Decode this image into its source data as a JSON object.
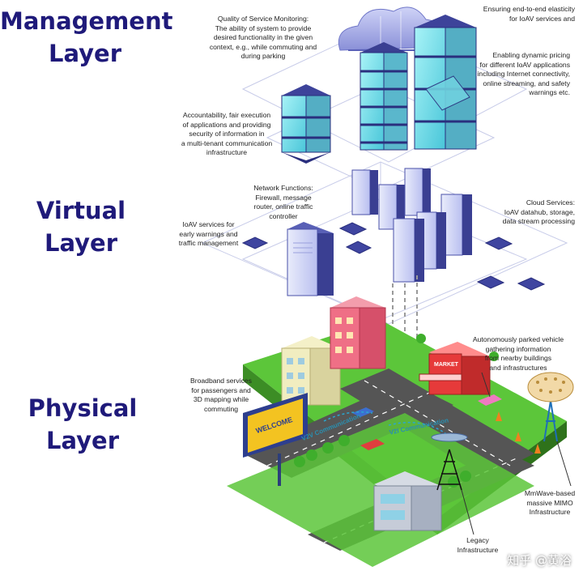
{
  "layers": [
    {
      "title_line1": "Management",
      "title_line2": "Layer"
    },
    {
      "title_line1": "Virtual",
      "title_line2": "Layer"
    },
    {
      "title_line1": "Physical",
      "title_line2": "Layer"
    }
  ],
  "annotations": {
    "qos": [
      "Quality of Service Monitoring:",
      "The ability of system to provide",
      "desired functionality in the given",
      "context, e.g., while commuting and",
      "during parking"
    ],
    "elasticity": [
      "Ensuring end-to-end elasticity",
      "for IoAV services and"
    ],
    "pricing": [
      "Enabling dynamic pricing",
      "for different IoAV applications",
      "including Internet connectivity,",
      "online streaming, and safety",
      "warnings etc."
    ],
    "accountability": [
      "Accountability, fair execution",
      "of applications and providing",
      "security of information in",
      "a multi-tenant communication",
      "infrastructure"
    ],
    "network_functions": [
      "Network Functions:",
      "Firewall, message",
      "router, online traffic",
      "controller"
    ],
    "cloud_services": [
      "Cloud Services:",
      "IoAV datahub, storage,",
      "data stream processing"
    ],
    "ioav_services": [
      "IoAV services for",
      "early warnings and",
      "traffic management"
    ],
    "autonomous": [
      "Autonomously parked vehicle",
      "gathering information",
      "from nearby buildings",
      "and infrastructures"
    ],
    "broadband": [
      "Broadband services",
      "for passengers and",
      "3D mapping while",
      "commuting"
    ],
    "mmwave": [
      "MmWave-based",
      "massive MIMO",
      "Infrastructure"
    ],
    "legacy": [
      "Legacy",
      "Infrastructure"
    ]
  },
  "scene_labels": {
    "v2v": "V2V Communication",
    "v2i": "V2I Communication",
    "billboard": "WELCOME",
    "market": "MARKET"
  },
  "watermark": "知乎 @黄浴",
  "colors": {
    "title": "#1f1a7a",
    "server_dark": "#2a2f7e",
    "server_light": "#7fe7ef",
    "grass": "#5cc63a",
    "road": "#555555"
  }
}
